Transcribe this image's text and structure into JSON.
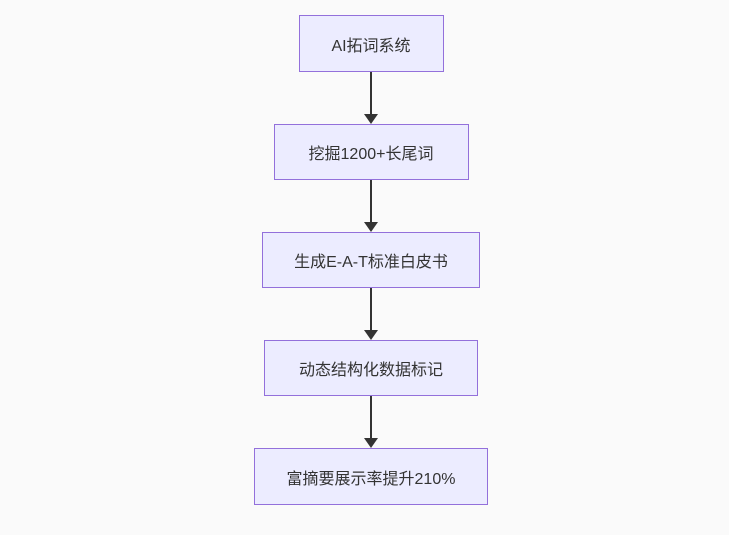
{
  "diagram": {
    "type": "flowchart",
    "direction": "top-down",
    "colors": {
      "background": "#fafafa",
      "node_fill": "#ECECFF",
      "node_border": "#9370DB",
      "node_text": "#333333",
      "arrow": "#333333"
    },
    "nodes": [
      {
        "id": "n1",
        "label": "AI拓词系统"
      },
      {
        "id": "n2",
        "label": "挖掘1200+长尾词"
      },
      {
        "id": "n3",
        "label": "生成E-A-T标准白皮书"
      },
      {
        "id": "n4",
        "label": "动态结构化数据标记"
      },
      {
        "id": "n5",
        "label": "富摘要展示率提升210%"
      }
    ],
    "edges": [
      {
        "from": "n1",
        "to": "n2",
        "style": "arrow"
      },
      {
        "from": "n2",
        "to": "n3",
        "style": "arrow"
      },
      {
        "from": "n3",
        "to": "n4",
        "style": "arrow"
      },
      {
        "from": "n4",
        "to": "n5",
        "style": "arrow"
      }
    ]
  }
}
